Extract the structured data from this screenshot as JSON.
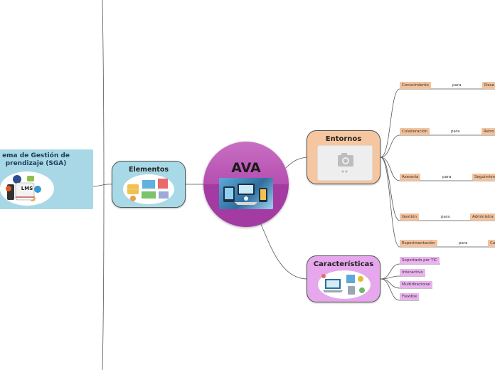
{
  "map": {
    "center": {
      "title": "AVA"
    },
    "entornos": {
      "title": "Entornos",
      "branches": [
        {
          "left": "Conocimiento",
          "link": "para",
          "right": "Desa"
        },
        {
          "left": "Colaboración",
          "link": "para",
          "right": "Retro"
        },
        {
          "left": "Asesoría",
          "link": "para",
          "right": "Seguimien"
        },
        {
          "left": "Gestión",
          "link": "para",
          "right": "Administra"
        },
        {
          "left": "Experimentación",
          "link": "para",
          "right": "Ca"
        }
      ]
    },
    "caracteristicas": {
      "title": "Características",
      "items": [
        "Soportado por TIC",
        "Interactivo",
        "Multidirecional",
        "Flexible"
      ]
    },
    "elementos": {
      "title": "Elementos"
    },
    "sga": {
      "line1": "ema de Gestión de",
      "line2": "prendizaje (SGA)",
      "logo_text": "LMS"
    }
  },
  "colors": {
    "center": "#b54fb0",
    "entornos": "#f5c6a0",
    "caracteristicas": "#e6a7ec",
    "elementos": "#a8d9e6",
    "tag_orange": "#f3c29c",
    "tag_pink": "#eab3ef",
    "line": "#555555"
  },
  "icons": {
    "entornos_image": "camera-icon",
    "center_image": "devices-illustration",
    "elementos_image": "workspace-illustration",
    "caracteristicas_image": "devices-illustration",
    "sga_image": "lms-logo-icon"
  }
}
